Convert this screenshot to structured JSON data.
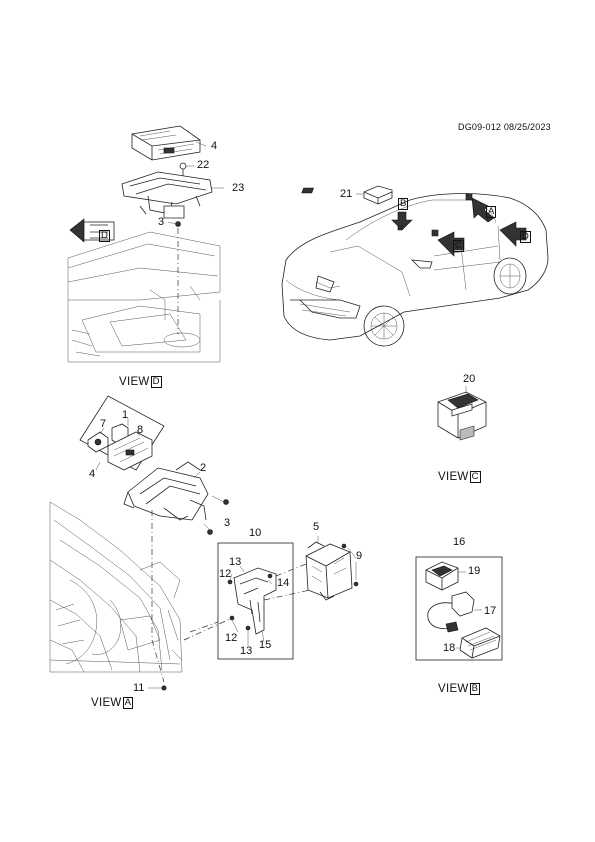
{
  "document": {
    "id": "DG09-012 08/25/2023"
  },
  "views": {
    "d": {
      "prefix": "VIEW",
      "letter": "D"
    },
    "c": {
      "prefix": "VIEW",
      "letter": "C"
    },
    "b": {
      "prefix": "VIEW",
      "letter": "B"
    },
    "a": {
      "prefix": "VIEW",
      "letter": "A"
    }
  },
  "arrow_tags": {
    "a": "A",
    "b": "B",
    "c": "C",
    "d": "D"
  },
  "callouts": {
    "view_d": {
      "c4": "4",
      "c22": "22",
      "c23": "23",
      "c3": "3"
    },
    "car": {
      "c21": "21"
    },
    "view_c": {
      "c20": "20"
    },
    "view_a": {
      "c1": "1",
      "c8": "8",
      "c7": "7",
      "c4": "4",
      "c2": "2",
      "c3": "3",
      "c10": "10",
      "c13a": "13",
      "c12a": "12",
      "c14": "14",
      "c12b": "12",
      "c13b": "13",
      "c15": "15",
      "c5": "5",
      "c9": "9",
      "c11": "11"
    },
    "view_b": {
      "c16": "16",
      "c19": "19",
      "c17": "17",
      "c18": "18"
    }
  }
}
